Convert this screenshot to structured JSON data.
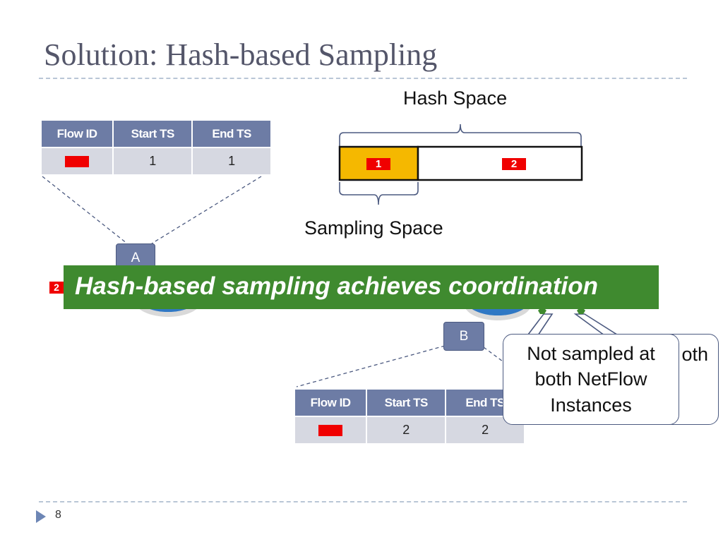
{
  "slide": {
    "title": "Solution: Hash-based Sampling",
    "page_number": "8"
  },
  "table_a": {
    "headers": [
      "Flow ID",
      "Start TS",
      "End TS"
    ],
    "row": {
      "start_ts": "1",
      "end_ts": "1"
    }
  },
  "table_b": {
    "headers": [
      "Flow ID",
      "Start TS",
      "End TS"
    ],
    "row": {
      "start_ts": "2",
      "end_ts": "2"
    }
  },
  "hash_diagram": {
    "hash_space_label": "Hash Space",
    "sampling_space_label": "Sampling Space",
    "segment_1_tag": "1",
    "segment_2_tag": "2"
  },
  "nodes": {
    "a_label": "A",
    "b_label": "B",
    "left_tag": "2"
  },
  "banner": {
    "text": "Hash-based sampling achieves coordination"
  },
  "callouts": {
    "back_text": "oth",
    "front_text_line1": "Not sampled at",
    "front_text_line2": "both NetFlow",
    "front_text_line3": "Instances"
  },
  "colors": {
    "title": "#54566a",
    "table_header": "#6d7ca5",
    "table_cell": "#d6d8e1",
    "flow_red": "#f00000",
    "sampling_orange": "#f5b800",
    "banner_green": "#3f8a2f",
    "router_blue": "#2f78c4",
    "callout_border": "#4c5a80"
  }
}
